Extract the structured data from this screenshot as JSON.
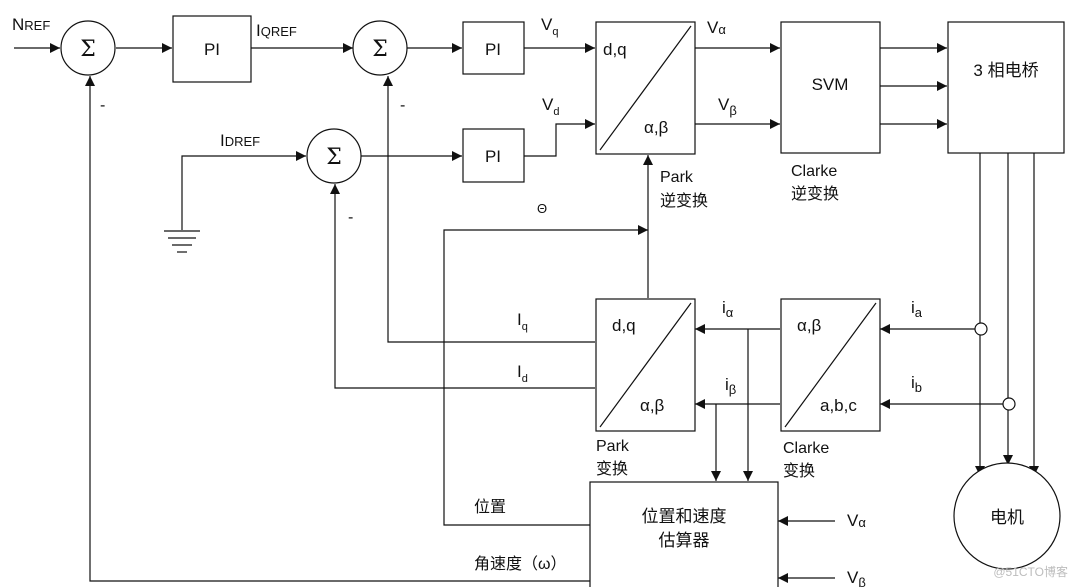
{
  "inputs": {
    "nref_main": "N",
    "nref_sub": "REF",
    "iqref_main": "I",
    "iqref_sub": "QREF",
    "idref_main": "I",
    "idref_sub": "DREF"
  },
  "sum_symbol": "Σ",
  "minus": "-",
  "blocks": {
    "pi": "PI",
    "svm": "SVM",
    "bridge": "3 相电桥",
    "motor": "电机",
    "estimator_line1": "位置和速度",
    "estimator_line2": "估算器",
    "ipark_top": "d,q",
    "ipark_bottom": "α,β",
    "park_top": "d,q",
    "park_bottom": "α,β",
    "clarke_top": "α,β",
    "clarke_bottom": "a,b,c"
  },
  "captions": {
    "ipark_name": "Park",
    "ipark_desc": "逆变换",
    "iclarke_name": "Clarke",
    "iclarke_desc": "逆变换",
    "park_name": "Park",
    "park_desc": "变换",
    "clarke_name": "Clarke",
    "clarke_desc": "变换"
  },
  "signals": {
    "v": "V",
    "vq_sub": "q",
    "vd_sub": "d",
    "valpha_sub": "α",
    "vbeta_sub": "β",
    "theta": "Θ",
    "i_upper": "I",
    "iq_sub": "q",
    "id_sub": "d",
    "i_lower": "i",
    "ialpha_sub": "α",
    "ibeta_sub": "β",
    "ia_sub": "a",
    "ib_sub": "b",
    "position": "位置",
    "angular_speed": "角速度（ω）"
  },
  "watermark": "@51CTO博客"
}
